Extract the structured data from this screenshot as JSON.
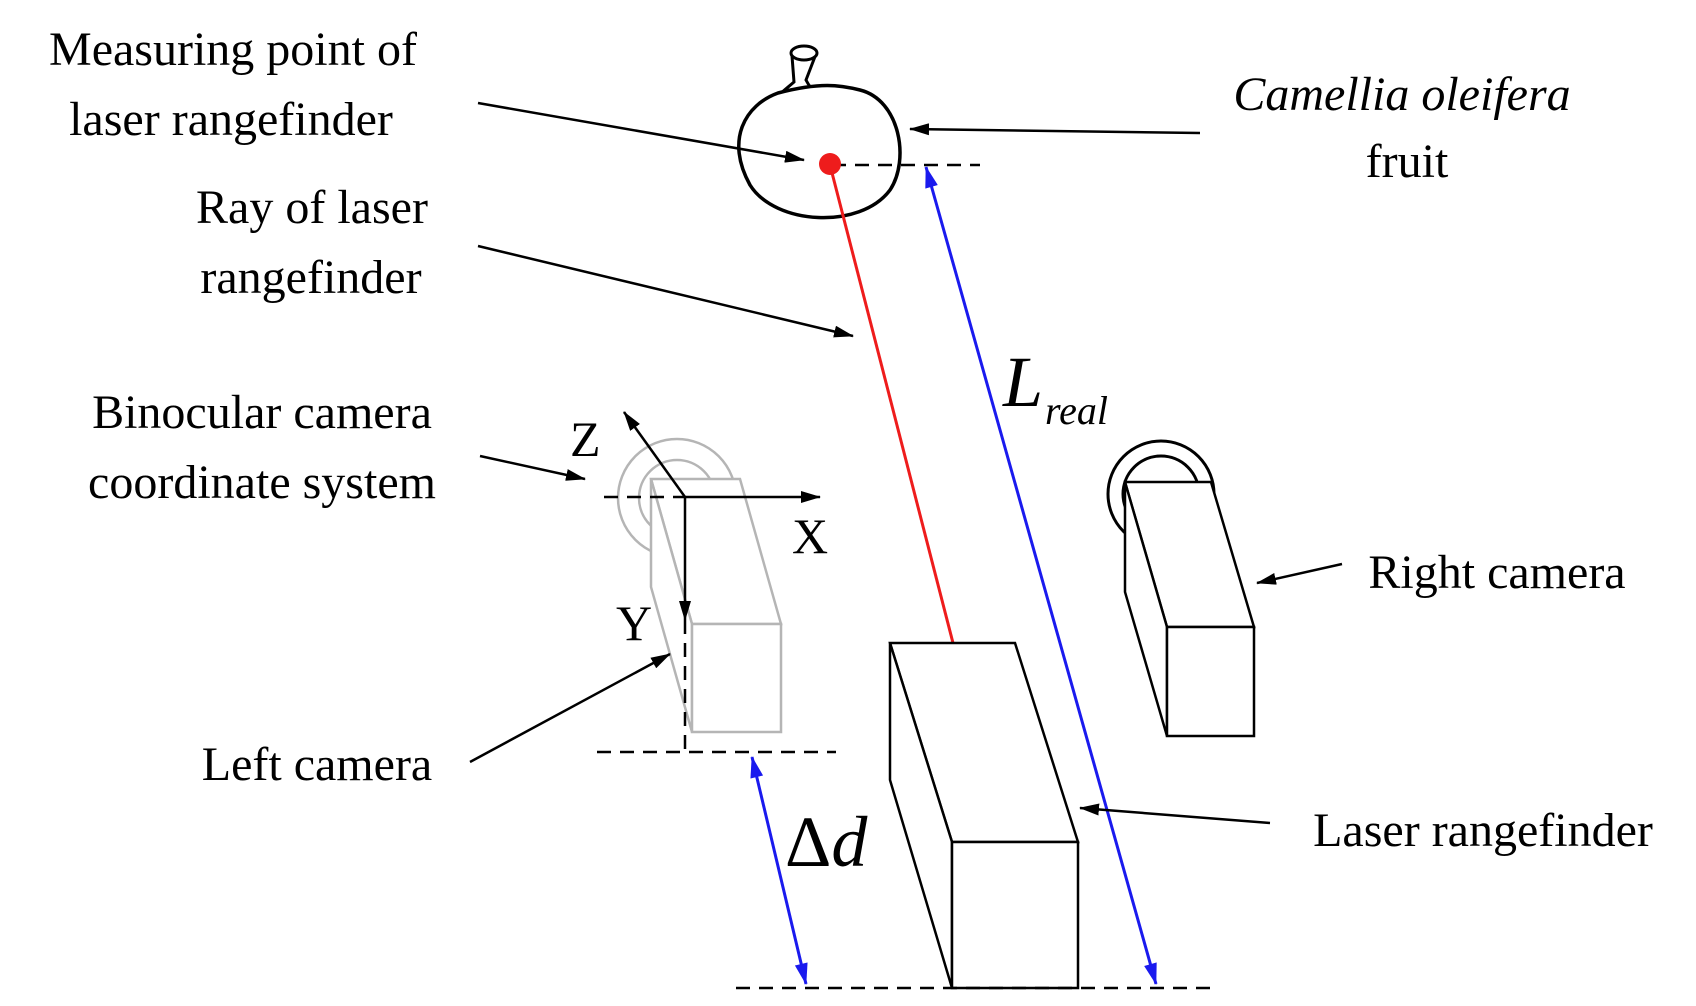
{
  "labels": {
    "measuring_point_line1": "Measuring point of",
    "measuring_point_line2": "laser rangefinder",
    "ray_line1": "Ray of laser",
    "ray_line2": "rangefinder",
    "binocular_line1": "Binocular camera",
    "binocular_line2": "coordinate system",
    "left_camera": "Left camera",
    "right_camera": "Right camera",
    "laser_rangefinder": "Laser rangefinder",
    "fruit_line1": "Camellia oleifera",
    "fruit_line2": "fruit"
  },
  "axes": {
    "x": "X",
    "y": "Y",
    "z": "Z"
  },
  "symbols": {
    "l_real_main": "L",
    "l_real_sub": "real",
    "delta_d_delta": "Δ",
    "delta_d_var": "d"
  },
  "colors": {
    "laser_ray": "#ee1c1c",
    "measurement": "#1a1aee",
    "measuring_point": "#ee1c1c",
    "ghost_camera": "#b5b5b5",
    "line": "#000000"
  }
}
